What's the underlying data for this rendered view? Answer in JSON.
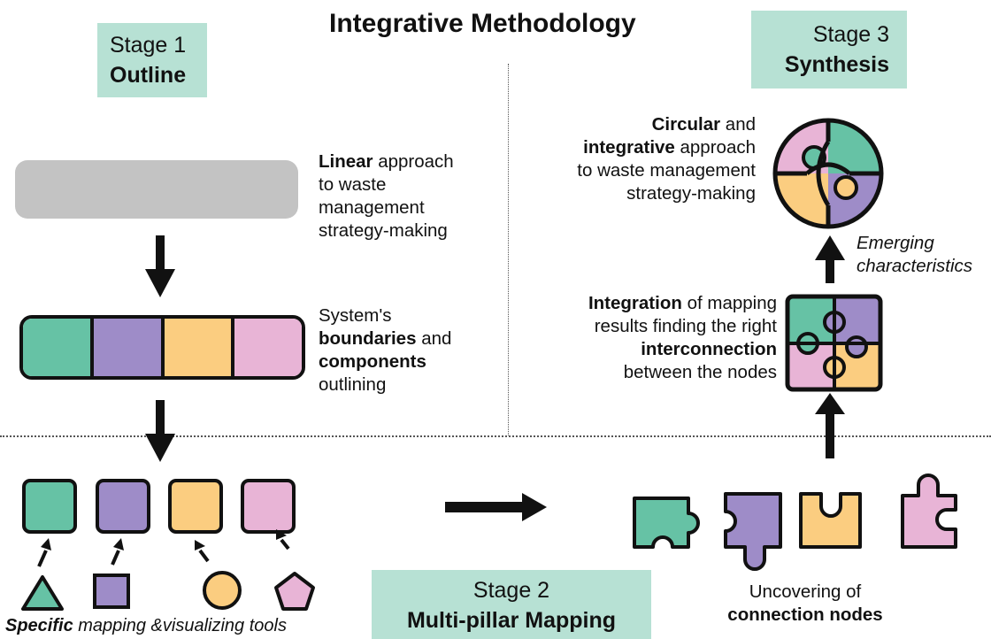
{
  "title": "Integrative Methodology",
  "stages": {
    "stage1": {
      "label": "Stage 1",
      "name": "Outline"
    },
    "stage2": {
      "label": "Stage 2",
      "name": "Multi-pillar Mapping"
    },
    "stage3": {
      "label": "Stage 3",
      "name": "Synthesis"
    }
  },
  "outline": {
    "linear_bold": "Linear",
    "linear_rest": "approach to waste management strategy-making",
    "linear_line1_rest": " approach",
    "linear_line2": "to waste",
    "linear_line3": "management",
    "linear_line4": "strategy-making",
    "system_line1": "System's",
    "system_bold1": "boundaries",
    "system_line2_rest": " and",
    "system_bold2": "components",
    "system_line4": "outlining"
  },
  "mapping": {
    "tools_bold": "Specific",
    "tools_rest": " mapping &visualizing tools"
  },
  "synthesis": {
    "circular_bold": "Circular",
    "circular_line1_rest": " and",
    "integrative_bold": "integrative",
    "integrative_rest": " approach",
    "line3": "to waste management",
    "line4": "strategy-making",
    "emerging_line1": "Emerging",
    "emerging_line2": "characteristics",
    "integration_bold": "Integration",
    "integration_rest": " of mapping",
    "integration_line2": "results finding the right",
    "interconnection_bold": "interconnection",
    "integration_line4": "between the nodes",
    "uncovering_line1": "Uncovering of",
    "uncovering_bold": "connection nodes"
  },
  "colors": {
    "teal": "#66c2a5",
    "purple": "#9e8cc8",
    "yellow": "#fbcd80",
    "pink": "#e8b4d6",
    "stage_bg": "#b7e1d4",
    "grey": "#c3c3c3"
  },
  "icons": [
    "triangle-icon",
    "square-icon",
    "circle-icon",
    "pentagon-icon",
    "puzzle-piece-icon",
    "puzzle-circle-icon",
    "arrow-icon"
  ]
}
